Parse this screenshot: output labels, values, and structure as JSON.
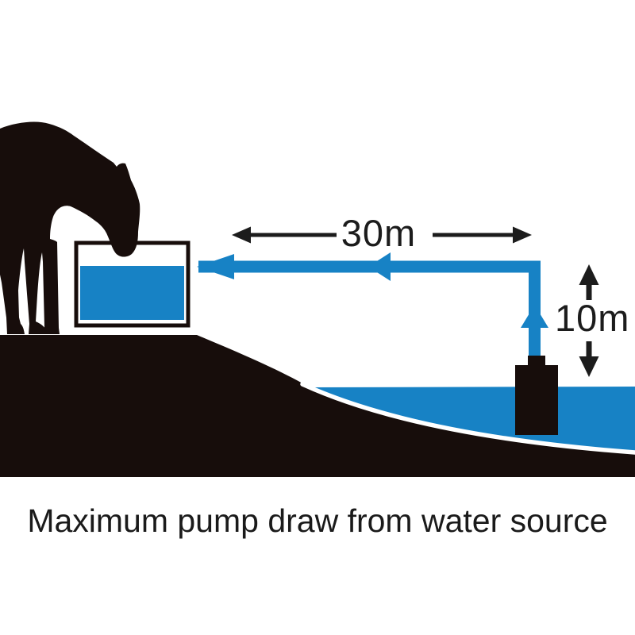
{
  "diagram": {
    "distance_label": "30m",
    "height_label": "10m",
    "caption": "Maximum pump draw from water source"
  },
  "colors": {
    "water_blue": "#1782c5",
    "silhouette_black": "#170d0b",
    "annotation_black": "#1c1c1c",
    "shoreline_white": "#ffffff",
    "trough_fill_white": "#ffffff",
    "background": "#ffffff"
  }
}
